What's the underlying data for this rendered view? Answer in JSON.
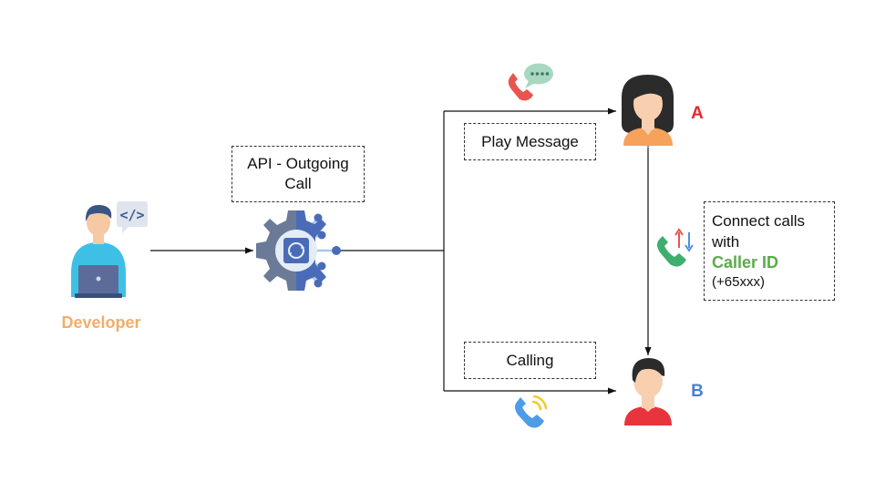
{
  "developer": {
    "label": "Developer",
    "color": "#f2ae6a"
  },
  "api_box": {
    "line1": "API - Outgoing",
    "line2": "Call"
  },
  "play_message": {
    "label": "Play Message"
  },
  "calling": {
    "label": "Calling"
  },
  "person_a": {
    "label": "A",
    "color": "#e8272c"
  },
  "person_b": {
    "label": "B",
    "color": "#4a7fd6"
  },
  "connect": {
    "line1": "Connect calls",
    "line2": "with",
    "caller_id": "Caller ID",
    "number": "(+65xxx)"
  },
  "icons": {
    "developer": "developer-with-laptop-icon",
    "code_bubble": "code-bubble-icon",
    "api_gear": "api-gear-circuit-icon",
    "phone_message": "phone-message-icon",
    "phone_ringing": "phone-ringing-icon",
    "phone_transfer": "phone-transfer-icon",
    "woman": "woman-avatar-icon",
    "man": "man-avatar-icon"
  }
}
